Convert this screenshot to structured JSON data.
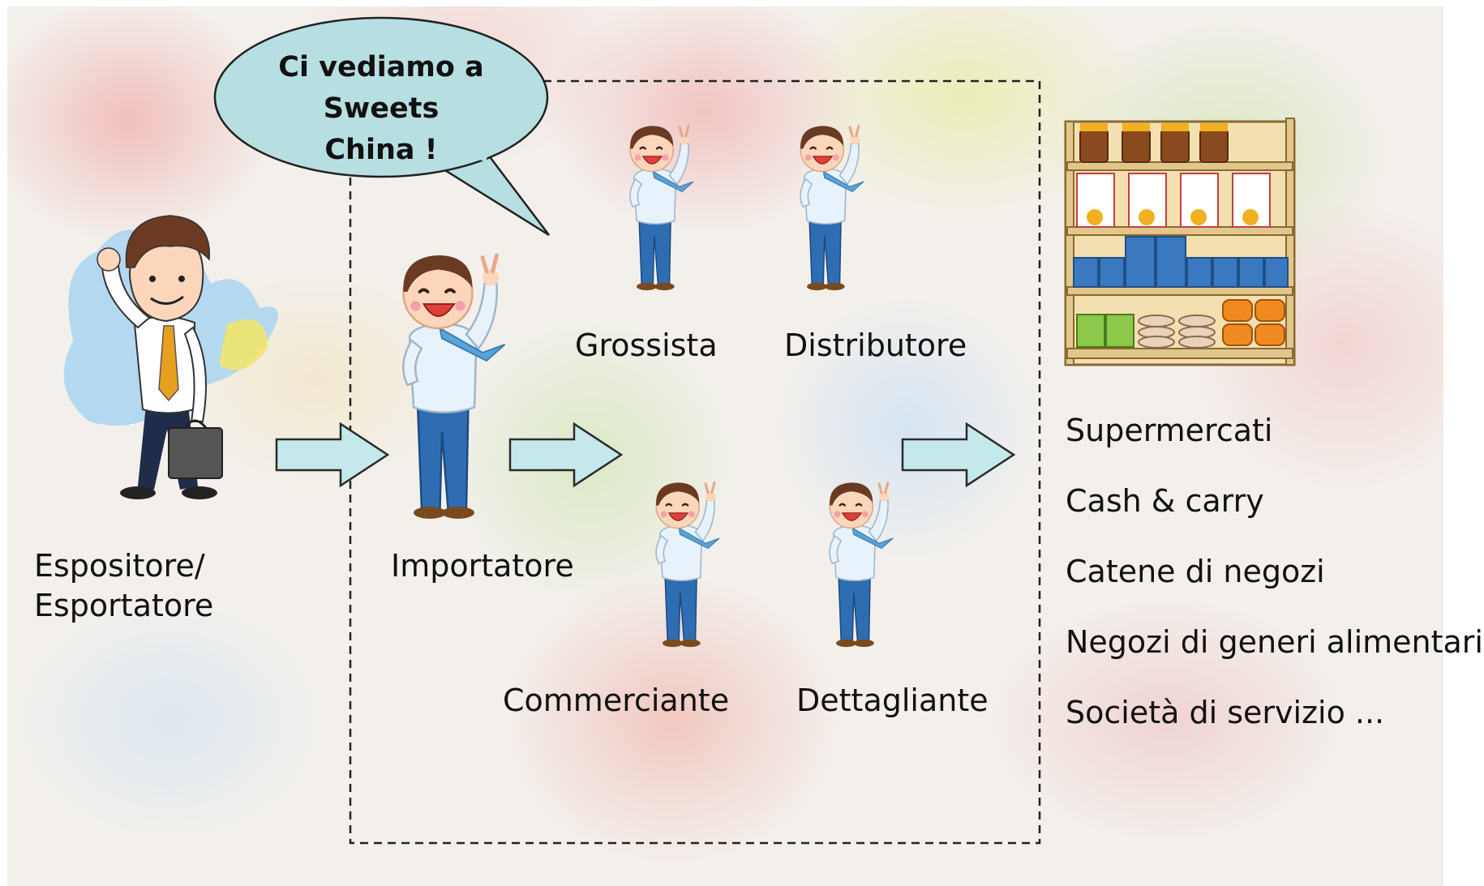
{
  "speech_bubble": {
    "text_line1": "Ci vediamo a",
    "text_line2": "Sweets",
    "text_line3": "China !"
  },
  "actors": {
    "exhibitor_line1": "Espositore/",
    "exhibitor_line2": "Esportatore",
    "importer": "Importatore",
    "wholesaler": "Grossista",
    "distributor": "Distributore",
    "trader": "Commerciante",
    "retailer": "Dettagliante"
  },
  "channels": [
    "Supermercati",
    "Cash & carry",
    "Catene di negozi",
    "Negozi di generi alimentari",
    "Società di servizio ..."
  ],
  "colors": {
    "arrow_fill": "#c5e8ea",
    "arrow_stroke": "#2b2b2b",
    "bubble_fill": "#b7dfe2",
    "shirt": "#e8f2fb",
    "pants": "#2f6db3",
    "tie": "#5aa3d9",
    "hair": "#6b3a22",
    "skin": "#fbd6bb",
    "shelf_wood": "#f3dfb0"
  },
  "icons": [
    "speech-bubble-icon",
    "businessman-icon",
    "cheering-man-icon",
    "store-shelf-icon",
    "right-arrow-icon"
  ]
}
